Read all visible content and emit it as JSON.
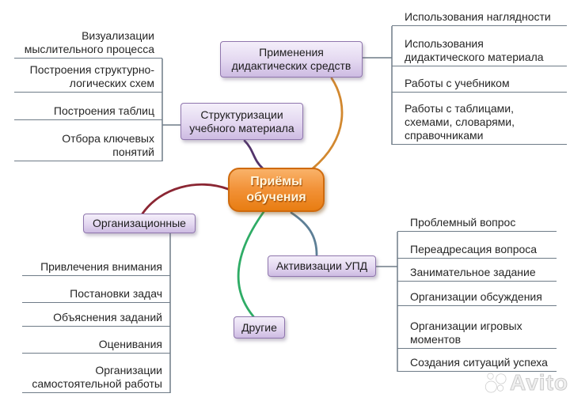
{
  "central": {
    "label": "Приёмы\nобучения",
    "fill_top": "#f9b269",
    "fill_bottom": "#e87d12",
    "border": "#cf6a0d",
    "text_color": "#fff6df"
  },
  "box_style": {
    "fill_top": "#f4effa",
    "fill_bottom": "#cdbbe2",
    "border": "#8f76ad"
  },
  "connector_color": "#6e7b87",
  "branches": {
    "didactic": {
      "label": "Применения\nдидактических средств",
      "color": "#d2882f",
      "items": [
        "Использования наглядности",
        "Использования\nдидактического материала",
        "Работы с учебником",
        "Работы с таблицами,\nсхемами, словарями,\nсправочниками"
      ]
    },
    "structuring": {
      "label": "Структуризации\nучебного материала",
      "color": "#53346b",
      "items": [
        "Визуализации\nмыслительного процесса",
        "Построения структурно-\nлогических схем",
        "Построения таблиц",
        "Отбора ключевых\nпонятий"
      ]
    },
    "organizational": {
      "label": "Организационные",
      "color": "#8b2633",
      "items": [
        "Привлечения внимания",
        "Постановки задач",
        "Объяснения заданий",
        "Оценивания",
        "Организации\nсамостоятельной работы"
      ]
    },
    "activation": {
      "label": "Активизации УПД",
      "color": "#5d7f96",
      "items": [
        "Проблемный вопрос",
        "Переадресация вопроса",
        "Занимательное задание",
        "Организации обсуждения",
        "Организации игровых\nмоментов",
        "Создания ситуаций успеха"
      ]
    },
    "other": {
      "label": "Другие",
      "color": "#2fac66",
      "items": []
    }
  },
  "watermark": {
    "text": "Avito"
  }
}
